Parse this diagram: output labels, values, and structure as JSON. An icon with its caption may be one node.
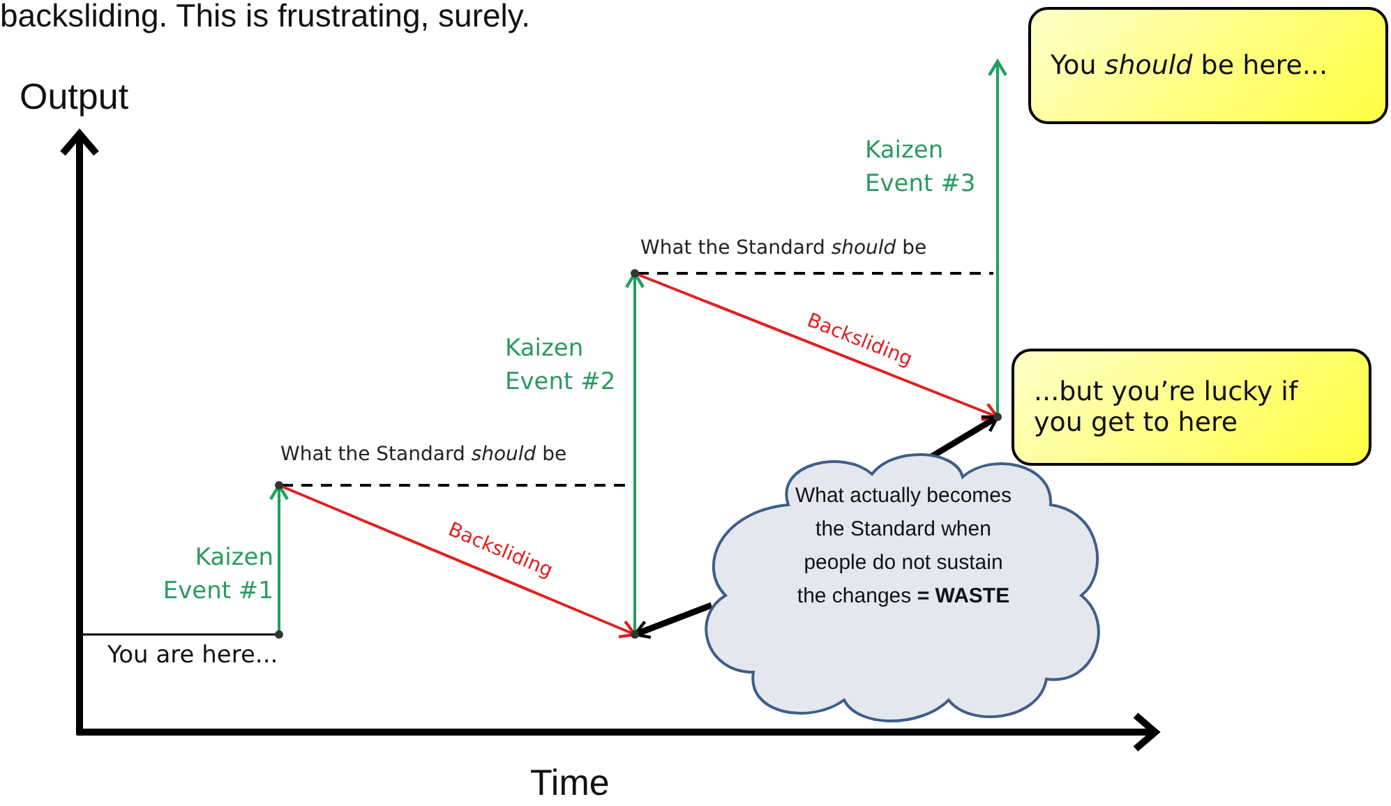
{
  "diagram": {
    "nodes": [
      {
        "text": [
          "You *should* be here..."
        ]
      },
      {
        "text": [
          "...but you’re lucky if you get to here"
        ]
      },
      {
        "text": [
          "What actually becomes the Standard when people do not sustain the changes **= WASTE**"
        ]
      },
      {
        "text": [],
        "shape": "point"
      },
      {
        "text": [],
        "shape": "point"
      },
      {
        "text": [],
        "shape": "point"
      },
      {
        "text": [],
        "shape": "point"
      },
      {
        "text": [],
        "shape": "point"
      }
    ],
    "edges": [
      {
        "from": 3,
        "to": 4,
        "arrow": "to",
        "label": "Kaizen Event #1",
        "color": "#20a060"
      },
      {
        "from": 4,
        "to": 5,
        "arrow": "to",
        "label": "Backsliding",
        "color": "#e02020"
      },
      {
        "from": 5,
        "to": 6,
        "arrow": "to",
        "label": "Kaizen Event #2",
        "color": "#20a060"
      },
      {
        "from": 6,
        "to": 7,
        "arrow": "to",
        "label": "Backsliding",
        "color": "#e02020"
      },
      {
        "from": 7,
        "to": 0,
        "arrow": "to",
        "label": "Kaizen Event #3",
        "color": "#20a060"
      },
      {
        "from": 2,
        "to": 5,
        "arrow": "to",
        "style": "thick",
        "color": "#000000"
      },
      {
        "from": 2,
        "to": 7,
        "arrow": "to",
        "style": "thick",
        "color": "#000000"
      }
    ],
    "labels": [
      "backsliding. This is frustrating, surely.",
      "Output",
      "What the Standard *should* be",
      "What the Standard *should* be",
      "You are here...",
      "Time"
    ]
  }
}
